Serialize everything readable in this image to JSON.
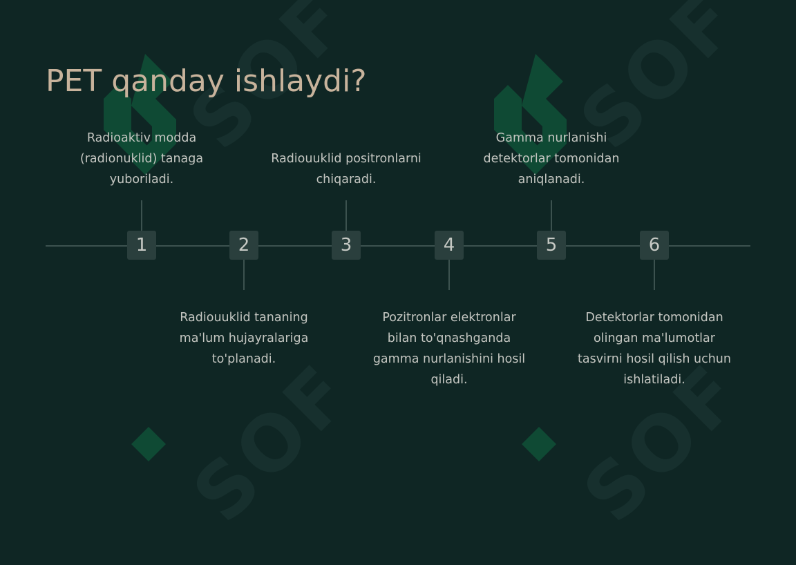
{
  "slide": {
    "title": "PET qanday ishlaydi?"
  },
  "watermark": {
    "text": "SOF",
    "colors": {
      "logo": "#0f4a34",
      "text": "#17302e"
    }
  },
  "steps": [
    {
      "number": "1",
      "text": "Radioaktiv modda (radionuklid) tanaga yuboriladi."
    },
    {
      "number": "2",
      "text": "Radiouuklid tananing ma'lum hujayralariga to'planadi."
    },
    {
      "number": "3",
      "text": "Radiouuklid positronlarni chiqaradi."
    },
    {
      "number": "4",
      "text": "Pozitronlar elektronlar bilan to'qnashganda gamma nurlanishini hosil qiladi."
    },
    {
      "number": "5",
      "text": "Gamma nurlanishi detektorlar tomonidan aniqlanadi."
    },
    {
      "number": "6",
      "text": "Detektorlar tomonidan olingan ma'lumotlar tasvirni hosil qilish uchun ishlatiladi."
    }
  ],
  "colors": {
    "background": "#0f2624",
    "title": "#c8b39c",
    "line": "#3c524f",
    "badge": "#2a3f3d",
    "text": "#c4c6c1"
  }
}
